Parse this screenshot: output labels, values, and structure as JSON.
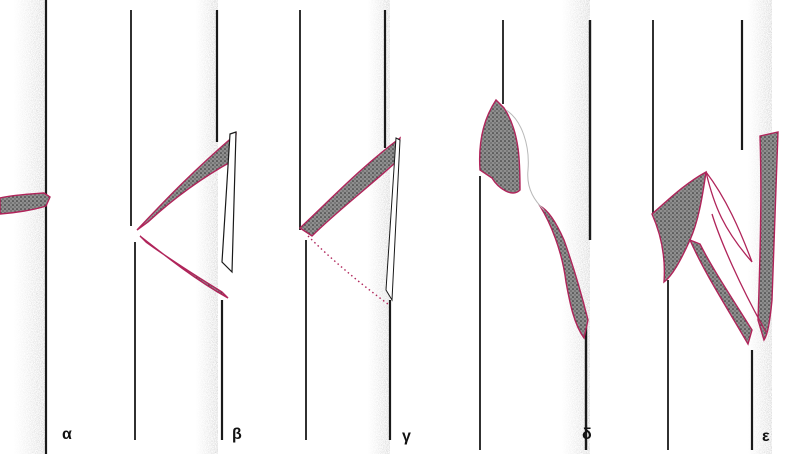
{
  "figure": {
    "panels": [
      {
        "id": "a",
        "label": "α",
        "description_type": "horizontal-crack"
      },
      {
        "id": "b",
        "label": "β",
        "description_type": "open-v-crack"
      },
      {
        "id": "c",
        "label": "γ",
        "description_type": "diagonal-crack-with-dotted-path"
      },
      {
        "id": "d",
        "label": "δ",
        "description_type": "sliding-diagonal-crack"
      },
      {
        "id": "e",
        "label": "ε",
        "description_type": "complex-branching-crack"
      }
    ],
    "colors": {
      "outline": "#1a1a1a",
      "crack_edge": "#b0245a",
      "crack_fill": "#9a9a9a",
      "crack_fill_dark": "#3c3c3c",
      "speckle": "#555555"
    }
  }
}
